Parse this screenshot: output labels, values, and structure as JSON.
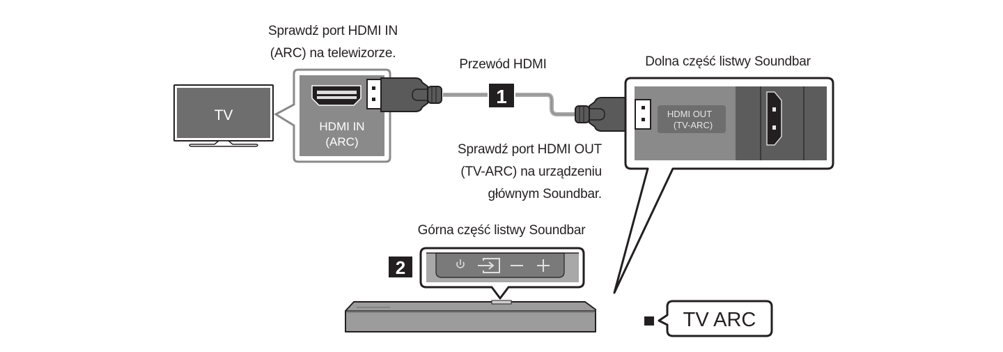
{
  "labels": {
    "tv_check_line1": "Sprawdź port HDMI IN",
    "tv_check_line2": "(ARC) na telewizorze.",
    "cable": "Przewód HDMI",
    "soundbar_bottom": "Dolna część listwy Soundbar",
    "soundbar_check_line1": "Sprawdź port HDMI OUT",
    "soundbar_check_line2": "(TV-ARC) na urządzeniu",
    "soundbar_check_line3": "głównym Soundbar.",
    "soundbar_top": "Górna część listwy Soundbar"
  },
  "tv": {
    "label": "TV"
  },
  "tv_port": {
    "line1": "HDMI IN",
    "line2": "(ARC)"
  },
  "soundbar_port": {
    "line1": "HDMI OUT",
    "line2": "(TV-ARC)"
  },
  "steps": [
    {
      "number": "1"
    },
    {
      "number": "2"
    }
  ],
  "top_panel_buttons": [
    {
      "icon": "power-icon",
      "glyph": "⏻"
    },
    {
      "icon": "source-input-icon",
      "glyph": "⇥"
    },
    {
      "icon": "volume-down-icon",
      "glyph": "−"
    },
    {
      "icon": "volume-up-icon",
      "glyph": "+"
    }
  ],
  "indicator": {
    "label": "TV ARC"
  },
  "colors": {
    "ink": "#231f20",
    "panel_gray": "#8a8a8a",
    "dark_gray": "#5a5a5a",
    "light_gray": "#b5b5b5",
    "cable_gray": "#a8a8a8",
    "bar_gray": "#9c9c9c"
  }
}
